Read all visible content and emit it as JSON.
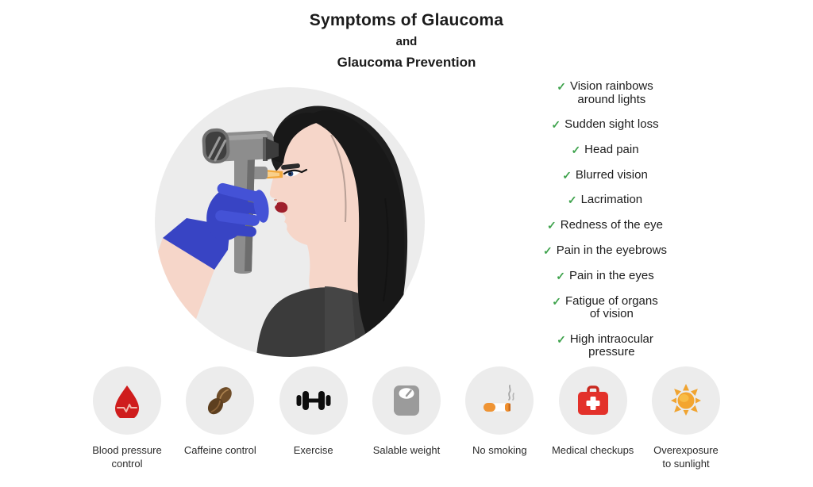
{
  "title": {
    "line1": "Symptoms of Glaucoma",
    "line2": "and",
    "line3": "Glaucoma Prevention"
  },
  "illustration": {
    "description": "Ophthalmologist hand in a blue glove examining a woman's eye with an ophthalmoscope inside a gray circle"
  },
  "symptoms": {
    "check_glyph": "✓",
    "items": [
      "Vision rainbows\naround lights",
      "Sudden sight loss",
      "Head pain",
      "Blurred vision",
      "Lacrimation",
      "Redness of the eye",
      "Pain in the eyebrows",
      "Pain in the eyes",
      "Fatigue of organs\nof vision",
      "High intraocular\npressure"
    ]
  },
  "prevention": {
    "items": [
      {
        "label": "Blood pressure\ncontrol",
        "icon": "blood-drop-icon"
      },
      {
        "label": "Caffeine control",
        "icon": "coffee-beans-icon"
      },
      {
        "label": "Exercise",
        "icon": "dumbbell-icon"
      },
      {
        "label": "Salable weight",
        "icon": "weight-scale-icon"
      },
      {
        "label": "No smoking",
        "icon": "cigarette-icon"
      },
      {
        "label": "Medical checkups",
        "icon": "first-aid-kit-icon"
      },
      {
        "label": "Overexposure\nto sunlight",
        "icon": "sun-icon"
      }
    ]
  },
  "palette": {
    "check_green": "#3fa34d",
    "text_dark": "#1c1c1c",
    "circle_gray": "#ececec",
    "drop_red": "#cf1d1d",
    "kit_red": "#e3312a",
    "sun_orange": "#f2a636",
    "glove_blue": "#3844c4",
    "beam_orange": "#f2a83c",
    "hair_black": "#1e1e1e",
    "skin": "#f6d6c9"
  }
}
